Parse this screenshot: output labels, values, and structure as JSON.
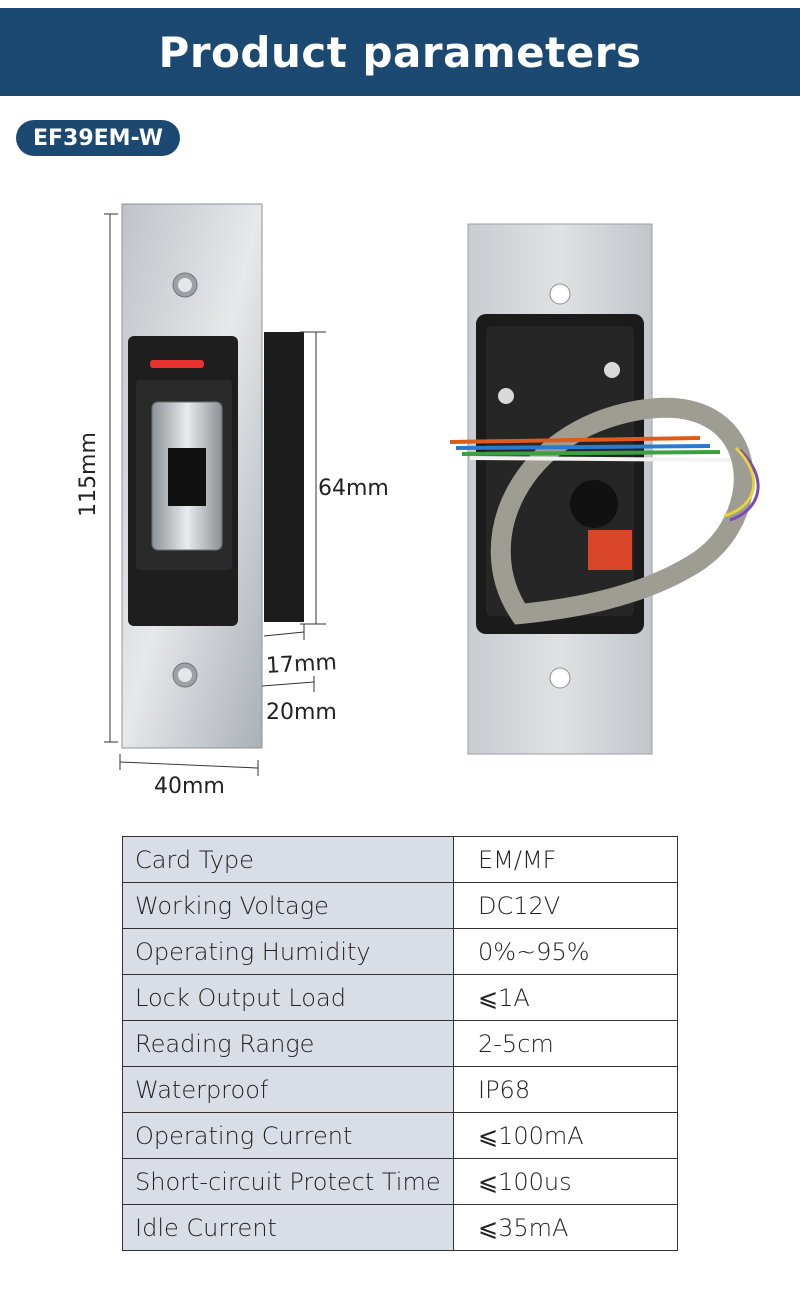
{
  "header": {
    "title": "Product parameters"
  },
  "model": {
    "label": "EF39EM-W"
  },
  "dimensions": {
    "height": "115mm",
    "width": "40mm",
    "module_height": "64mm",
    "depth_module": "17mm",
    "depth_total": "20mm"
  },
  "colors": {
    "header_bg": "#1b4972",
    "key_cell_bg": "#d8dde6",
    "led": "#e8302f"
  },
  "specs": {
    "rows": [
      {
        "key": "Card Type",
        "value": "EM/MF"
      },
      {
        "key": "Working Voltage",
        "value": "DC12V"
      },
      {
        "key": "Operating Humidity",
        "value": "0%~95%"
      },
      {
        "key": "Lock Output Load",
        "value": "⩽1A"
      },
      {
        "key": "Reading Range",
        "value": "2-5cm"
      },
      {
        "key": "Waterproof",
        "value": "IP68"
      },
      {
        "key": "Operating Current",
        "value": "⩽100mA"
      },
      {
        "key": "Short-circuit Protect Time",
        "value": "⩽100us"
      },
      {
        "key": "Idle Current",
        "value": "⩽35mA"
      }
    ]
  }
}
